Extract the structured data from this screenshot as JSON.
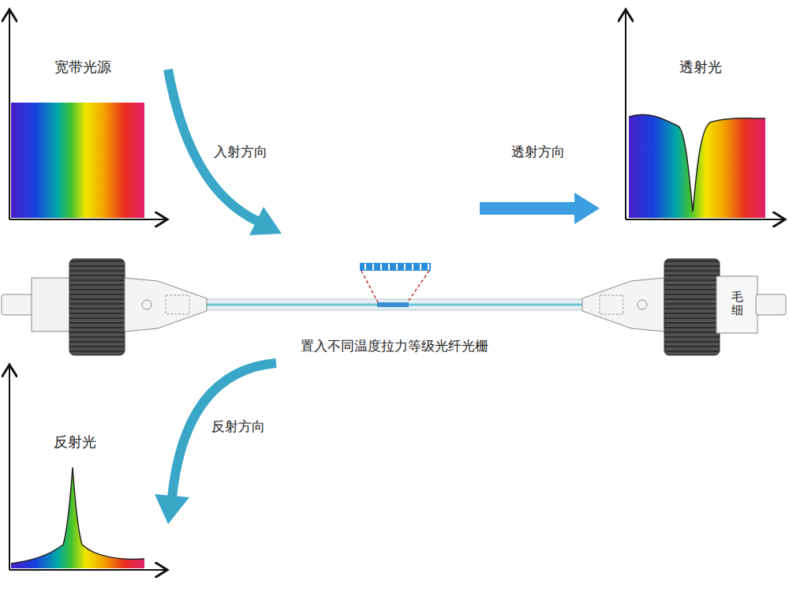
{
  "diagram": {
    "labels": [
      "宽带光源",
      "入射方向",
      "透射方向",
      "透射光",
      "毛细",
      "置入不同温度拉力等级光纤光栅",
      "反射方向",
      "反射光"
    ]
  }
}
